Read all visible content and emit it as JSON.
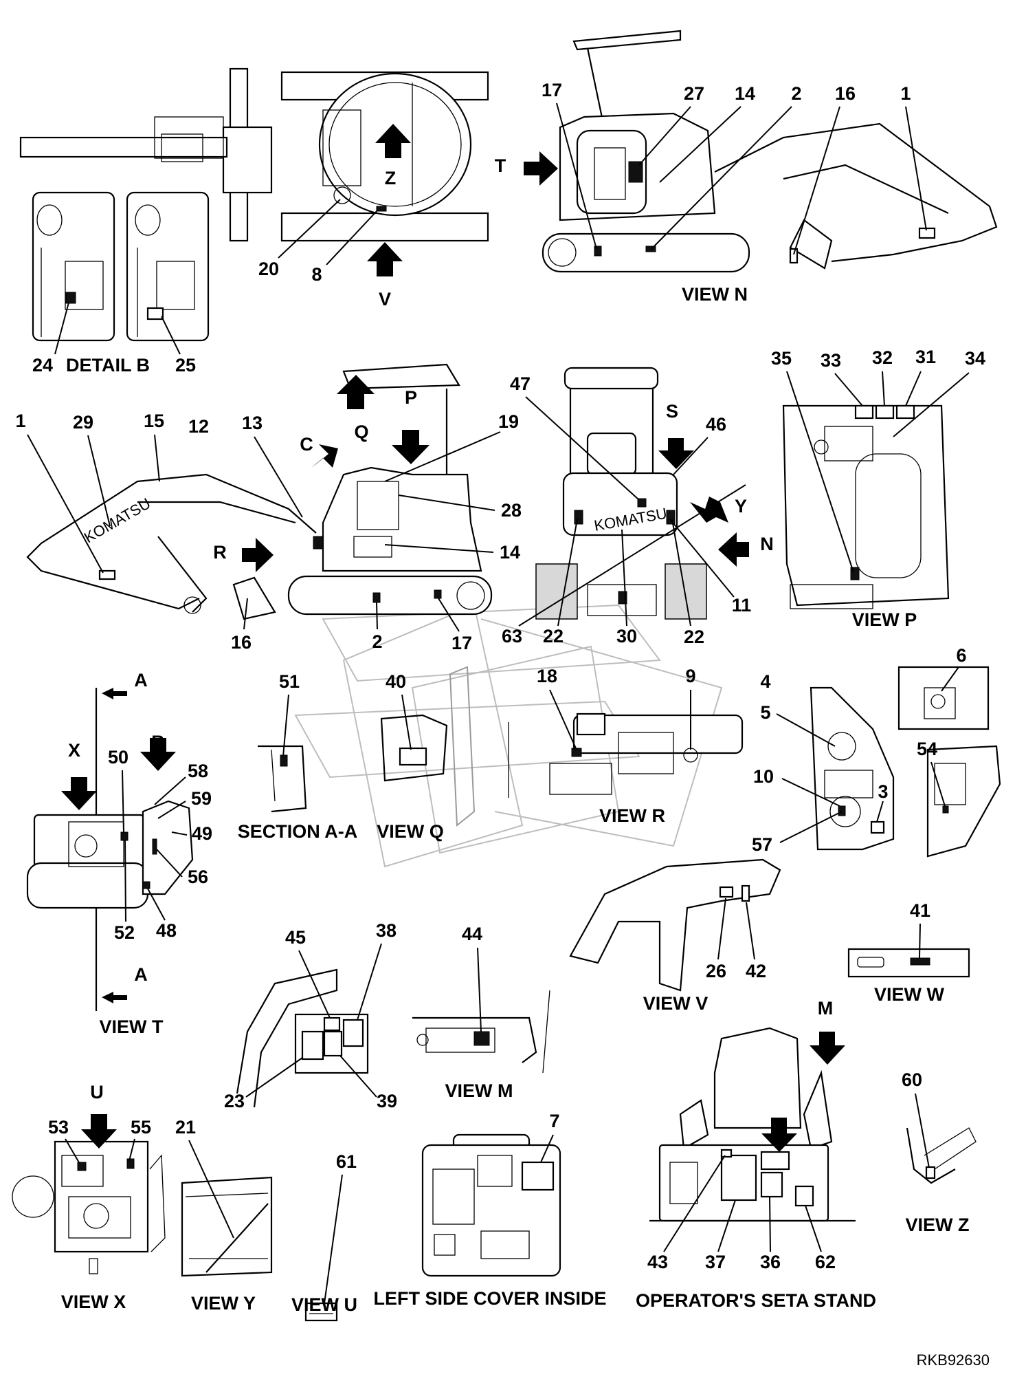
{
  "drawing_ref": "RKB92630",
  "view_titles": {
    "detail_b": "DETAIL B",
    "view_n": "VIEW N",
    "view_p": "VIEW P",
    "section_aa": "SECTION A-A",
    "view_q": "VIEW Q",
    "view_r": "VIEW R",
    "view_t": "VIEW T",
    "view_v": "VIEW V",
    "view_w": "VIEW W",
    "view_m": "VIEW M",
    "view_x": "VIEW X",
    "view_y": "VIEW Y",
    "view_u": "VIEW U",
    "view_z": "VIEW Z",
    "left_side_cover": "LEFT SIDE COVER INSIDE",
    "operator_seat": "OPERATOR'S SETA STAND"
  },
  "view_letters": {
    "z": "Z",
    "v": "V",
    "t": "T",
    "p": "P",
    "q": "Q",
    "c": "C",
    "r": "R",
    "s": "S",
    "y": "Y",
    "n": "N",
    "a_top": "A",
    "a_bottom": "A",
    "x": "X",
    "b": "B",
    "u": "U",
    "m": "M"
  },
  "brand_text": "KOMATSU",
  "part_numbers": {
    "p24": "24",
    "p25": "25",
    "p20": "20",
    "p8": "8",
    "n17": "17",
    "n27": "27",
    "n14": "14",
    "n2": "2",
    "n16": "16",
    "n1": "1",
    "p35": "35",
    "p33": "33",
    "p32": "32",
    "p31": "31",
    "p34": "34",
    "s1": "1",
    "s29": "29",
    "s15": "15",
    "s12": "12",
    "s13": "13",
    "s19": "19",
    "s28": "28",
    "s14": "14",
    "s16": "16",
    "s2": "2",
    "s17": "17",
    "r47": "47",
    "r46": "46",
    "r11": "11",
    "r63": "63",
    "r22a": "22",
    "r30": "30",
    "r22b": "22",
    "q51": "51",
    "q40": "40",
    "r18": "18",
    "r9": "9",
    "e4": "4",
    "e5": "5",
    "e10": "10",
    "e3": "3",
    "e57": "57",
    "e6": "6",
    "e54": "54",
    "t50": "50",
    "t58": "58",
    "t59": "59",
    "t49": "49",
    "t56": "56",
    "t52": "52",
    "t48": "48",
    "v26": "26",
    "v42": "42",
    "w41": "41",
    "m45": "45",
    "m38": "38",
    "m23": "23",
    "m39": "39",
    "m44": "44",
    "x53": "53",
    "x55": "55",
    "y21": "21",
    "u61": "61",
    "l7": "7",
    "z60": "60",
    "o43": "43",
    "o37": "37",
    "o36": "36",
    "o62": "62"
  }
}
